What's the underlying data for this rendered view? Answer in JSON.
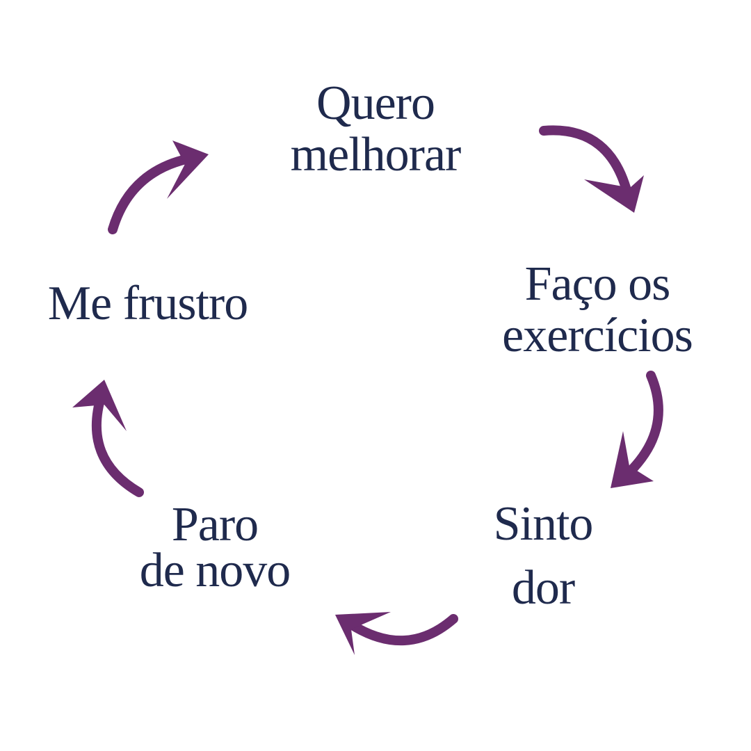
{
  "title": "Ciclo",
  "colors": {
    "text": "#1f2a4d",
    "arrow": "#6b2d6f"
  },
  "nodes": [
    {
      "lines": [
        "Quero",
        "melhorar"
      ]
    },
    {
      "lines": [
        "Faço os",
        "exercícios"
      ]
    },
    {
      "lines": [
        "Sinto",
        "dor"
      ]
    },
    {
      "lines": [
        "Paro",
        "de novo"
      ]
    },
    {
      "lines": [
        "Me frustro"
      ]
    }
  ]
}
